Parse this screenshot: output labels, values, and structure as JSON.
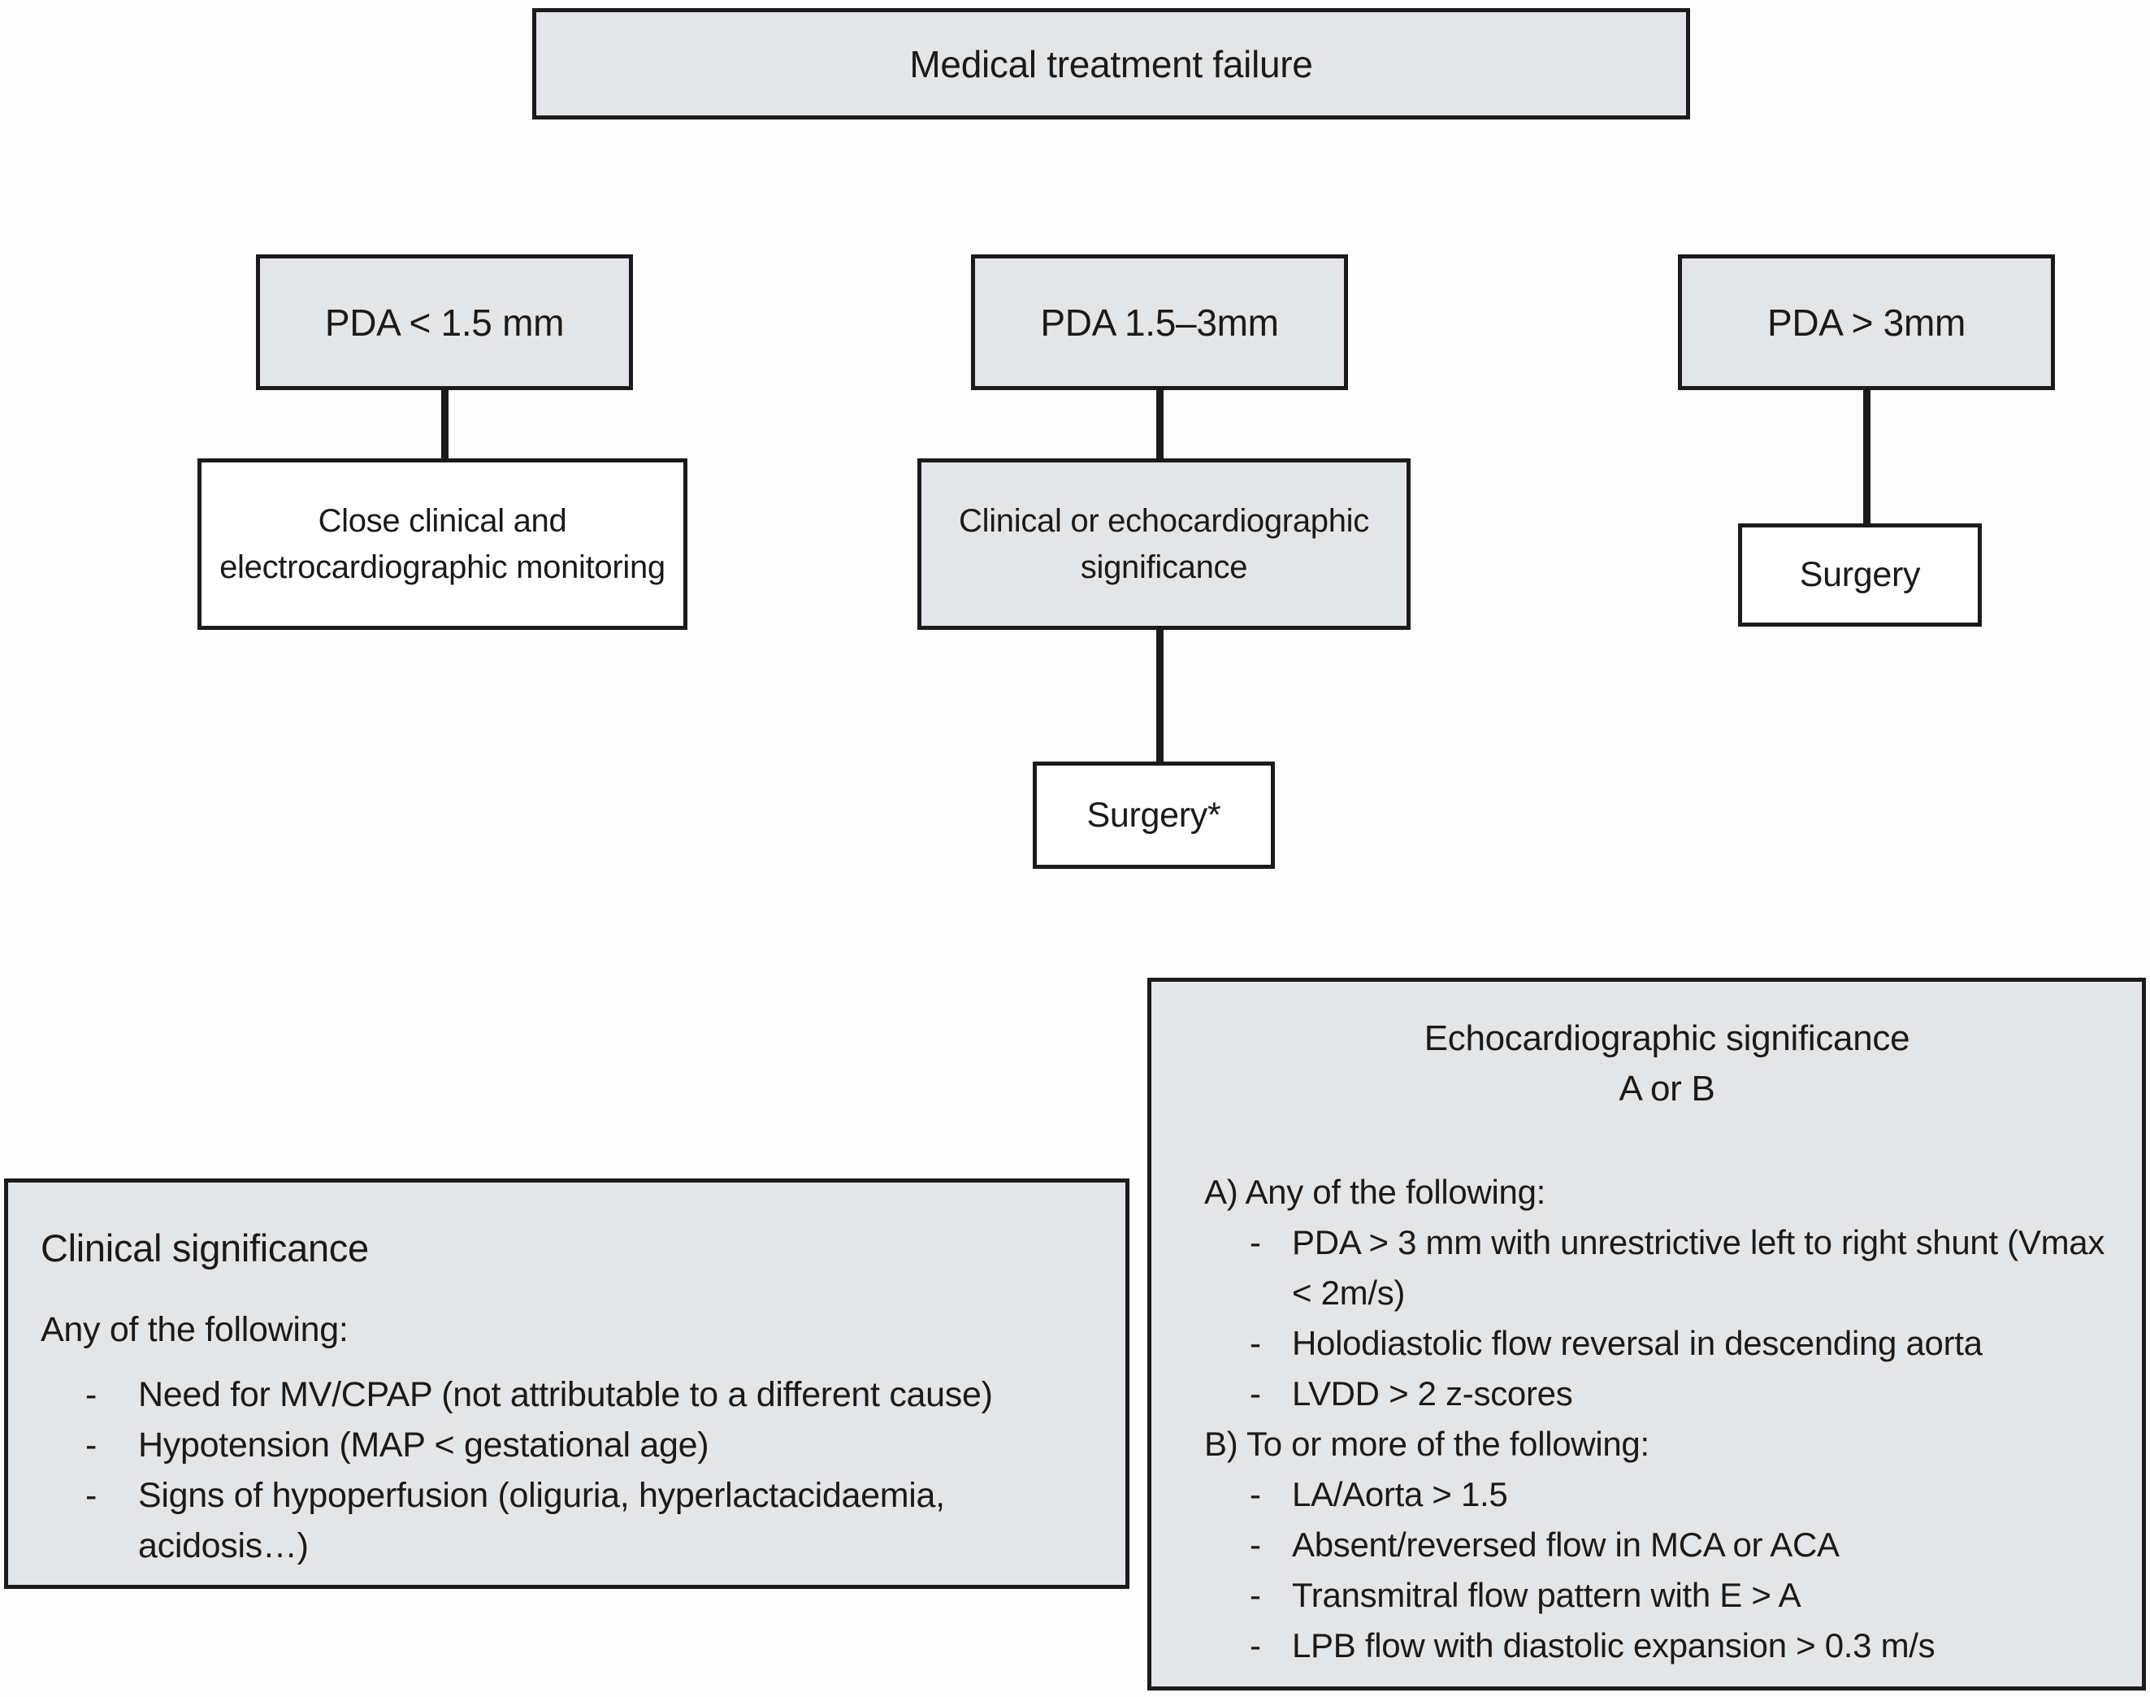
{
  "flowchart": {
    "root_label": "Medical treatment failure",
    "branch_small": {
      "condition": "PDA < 1.5 mm",
      "outcome": "Close clinical and electrocardiographic monitoring"
    },
    "branch_mid": {
      "condition": "PDA 1.5–3mm",
      "decision": "Clinical or echocardiographic significance",
      "outcome": "Surgery*"
    },
    "branch_large": {
      "condition": "PDA > 3mm",
      "outcome": "Surgery"
    }
  },
  "clinical_significance": {
    "title": "Clinical significance",
    "intro": "Any of the following:",
    "bullet_char": "-",
    "items": [
      "Need for MV/CPAP (not attributable to a different cause)",
      "Hypotension (MAP < gestational age)",
      "Signs of hypoperfusion (oliguria, hyperlactacidaemia, acidosis…)"
    ]
  },
  "echocardiographic_significance": {
    "title_line1": "Echocardiographic significance",
    "title_line2": "A or B",
    "bullet_char": "-",
    "section_a": {
      "heading": "A) Any of the following:",
      "items": [
        "PDA > 3 mm with unrestrictive left to right shunt (Vmax < 2m/s)",
        "Holodiastolic flow reversal in descending aorta",
        "LVDD > 2 z-scores"
      ]
    },
    "section_b": {
      "heading": "B) To or more of the following:",
      "items": [
        "LA/Aorta > 1.5",
        "Absent/reversed flow in MCA or ACA",
        "Transmitral flow pattern with E > A",
        "LPB flow with diastolic expansion > 0.3 m/s"
      ]
    }
  },
  "colors": {
    "box_fill": "#e4e5e7",
    "box_border": "#1b1b1d",
    "white_fill": "#ffffff",
    "text": "#1a1a1a"
  }
}
